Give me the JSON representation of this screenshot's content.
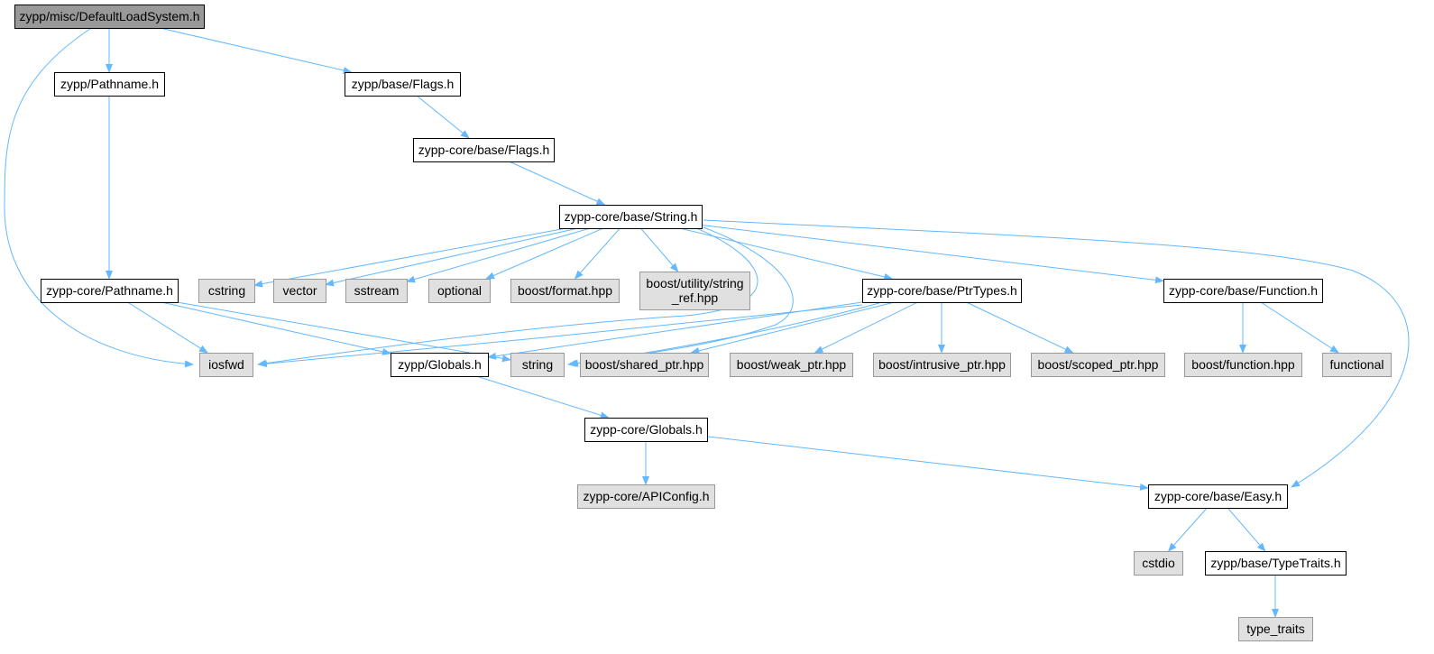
{
  "colors": {
    "edge": "#63b8ff",
    "root_fill": "#999999",
    "header_fill": "#ffffff",
    "system_fill": "#e0e0e0",
    "header_border": "#000000",
    "system_border": "#999999"
  },
  "nodes": [
    {
      "id": "root",
      "kind": "root",
      "lines": [
        "zypp/misc/DefaultLoadSystem.h"
      ]
    },
    {
      "id": "zypp_pathname",
      "kind": "header",
      "lines": [
        "zypp/Pathname.h"
      ]
    },
    {
      "id": "zypp_flags",
      "kind": "header",
      "lines": [
        "zypp/base/Flags.h"
      ]
    },
    {
      "id": "core_flags",
      "kind": "header",
      "lines": [
        "zypp-core/base/Flags.h"
      ]
    },
    {
      "id": "core_string",
      "kind": "header",
      "lines": [
        "zypp-core/base/String.h"
      ]
    },
    {
      "id": "core_pathname",
      "kind": "header",
      "lines": [
        "zypp-core/Pathname.h"
      ]
    },
    {
      "id": "cstring",
      "kind": "system",
      "lines": [
        "cstring"
      ]
    },
    {
      "id": "vector",
      "kind": "system",
      "lines": [
        "vector"
      ]
    },
    {
      "id": "sstream",
      "kind": "system",
      "lines": [
        "sstream"
      ]
    },
    {
      "id": "optional",
      "kind": "system",
      "lines": [
        "optional"
      ]
    },
    {
      "id": "boost_format",
      "kind": "system",
      "lines": [
        "boost/format.hpp"
      ]
    },
    {
      "id": "boost_string_ref",
      "kind": "system",
      "lines": [
        "boost/utility/string",
        "_ref.hpp"
      ]
    },
    {
      "id": "core_ptrtypes",
      "kind": "header",
      "lines": [
        "zypp-core/base/PtrTypes.h"
      ]
    },
    {
      "id": "core_function",
      "kind": "header",
      "lines": [
        "zypp-core/base/Function.h"
      ]
    },
    {
      "id": "iosfwd",
      "kind": "system",
      "lines": [
        "iosfwd"
      ]
    },
    {
      "id": "zypp_globals",
      "kind": "header",
      "lines": [
        "zypp/Globals.h"
      ]
    },
    {
      "id": "string",
      "kind": "system",
      "lines": [
        "string"
      ]
    },
    {
      "id": "boost_shared",
      "kind": "system",
      "lines": [
        "boost/shared_ptr.hpp"
      ]
    },
    {
      "id": "boost_weak",
      "kind": "system",
      "lines": [
        "boost/weak_ptr.hpp"
      ]
    },
    {
      "id": "boost_intrusive",
      "kind": "system",
      "lines": [
        "boost/intrusive_ptr.hpp"
      ]
    },
    {
      "id": "boost_scoped",
      "kind": "system",
      "lines": [
        "boost/scoped_ptr.hpp"
      ]
    },
    {
      "id": "boost_function",
      "kind": "system",
      "lines": [
        "boost/function.hpp"
      ]
    },
    {
      "id": "functional",
      "kind": "system",
      "lines": [
        "functional"
      ]
    },
    {
      "id": "core_globals",
      "kind": "header",
      "lines": [
        "zypp-core/Globals.h"
      ]
    },
    {
      "id": "core_apiconfig",
      "kind": "system",
      "lines": [
        "zypp-core/APIConfig.h"
      ]
    },
    {
      "id": "core_easy",
      "kind": "header",
      "lines": [
        "zypp-core/base/Easy.h"
      ]
    },
    {
      "id": "cstdio",
      "kind": "system",
      "lines": [
        "cstdio"
      ]
    },
    {
      "id": "zypp_typetraits",
      "kind": "header",
      "lines": [
        "zypp/base/TypeTraits.h"
      ]
    },
    {
      "id": "type_traits",
      "kind": "system",
      "lines": [
        "type_traits"
      ]
    }
  ],
  "edges": [
    {
      "from": "root",
      "to": "zypp_pathname"
    },
    {
      "from": "root",
      "to": "zypp_flags"
    },
    {
      "from": "root",
      "to": "iosfwd"
    },
    {
      "from": "zypp_pathname",
      "to": "core_pathname"
    },
    {
      "from": "zypp_flags",
      "to": "core_flags"
    },
    {
      "from": "core_flags",
      "to": "core_string"
    },
    {
      "from": "core_string",
      "to": "cstring"
    },
    {
      "from": "core_string",
      "to": "vector"
    },
    {
      "from": "core_string",
      "to": "sstream"
    },
    {
      "from": "core_string",
      "to": "optional"
    },
    {
      "from": "core_string",
      "to": "boost_format"
    },
    {
      "from": "core_string",
      "to": "boost_string_ref"
    },
    {
      "from": "core_string",
      "to": "core_ptrtypes"
    },
    {
      "from": "core_string",
      "to": "core_function"
    },
    {
      "from": "core_string",
      "to": "iosfwd"
    },
    {
      "from": "core_string",
      "to": "string"
    },
    {
      "from": "core_string",
      "to": "core_easy"
    },
    {
      "from": "core_pathname",
      "to": "iosfwd"
    },
    {
      "from": "core_pathname",
      "to": "zypp_globals"
    },
    {
      "from": "core_pathname",
      "to": "string"
    },
    {
      "from": "core_ptrtypes",
      "to": "iosfwd"
    },
    {
      "from": "core_ptrtypes",
      "to": "zypp_globals"
    },
    {
      "from": "core_ptrtypes",
      "to": "string"
    },
    {
      "from": "core_ptrtypes",
      "to": "boost_shared"
    },
    {
      "from": "core_ptrtypes",
      "to": "boost_weak"
    },
    {
      "from": "core_ptrtypes",
      "to": "boost_intrusive"
    },
    {
      "from": "core_ptrtypes",
      "to": "boost_scoped"
    },
    {
      "from": "core_function",
      "to": "boost_function"
    },
    {
      "from": "core_function",
      "to": "functional"
    },
    {
      "from": "zypp_globals",
      "to": "core_globals"
    },
    {
      "from": "core_globals",
      "to": "core_apiconfig"
    },
    {
      "from": "core_globals",
      "to": "core_easy"
    },
    {
      "from": "core_easy",
      "to": "cstdio"
    },
    {
      "from": "core_easy",
      "to": "zypp_typetraits"
    },
    {
      "from": "zypp_typetraits",
      "to": "type_traits"
    }
  ]
}
